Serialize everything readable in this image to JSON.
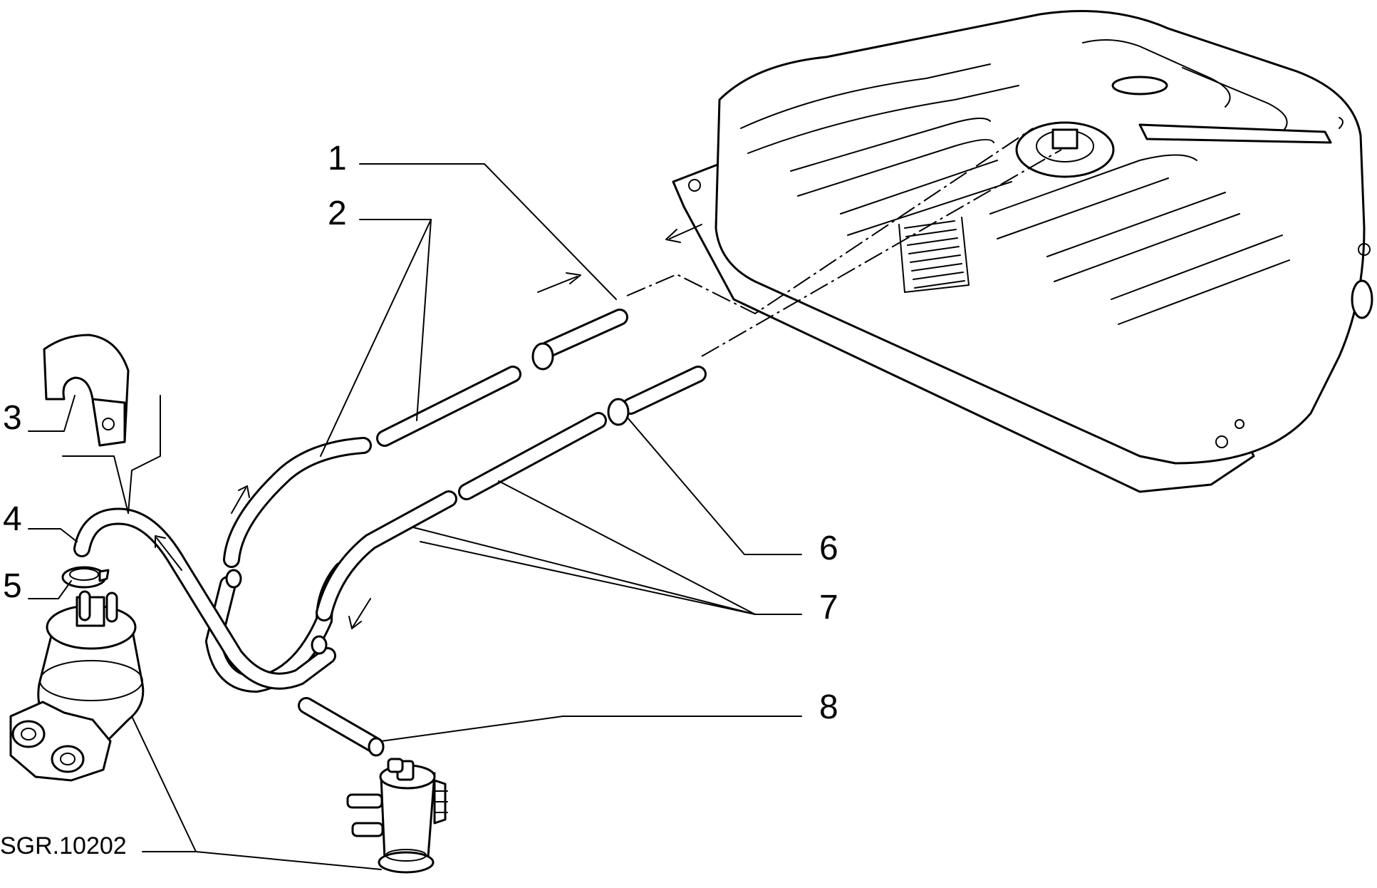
{
  "callouts": [
    "1",
    "2",
    "3",
    "4",
    "5",
    "6",
    "7",
    "8"
  ],
  "reference_code": "SGR.10202",
  "icons": {
    "fuel_tank": "fuel-tank-icon",
    "fuel_pump": "fuel-pump-icon",
    "fuel_filter": "fuel-filter-icon",
    "clamp_bracket": "clamp-bracket-icon",
    "hose_clip": "hose-clip-icon",
    "flow_arrow": "flow-arrow-icon"
  }
}
